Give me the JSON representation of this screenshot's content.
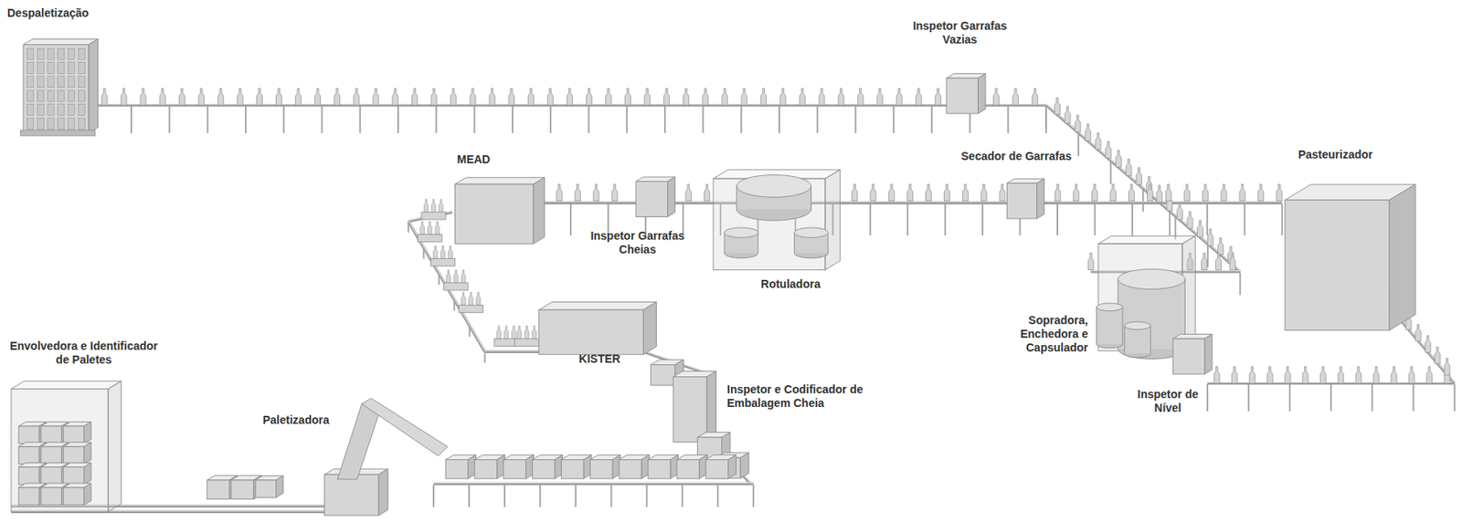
{
  "diagram": {
    "labels": [
      "Despaletização",
      "Inspetor Garrafas Vazias",
      "MEAD",
      "Secador de Garrafas",
      "Pasteurizador",
      "Inspetor Garrafas Cheias",
      "Rotuladora",
      "Sopradora, Enchedora e Capsulador",
      "Envolvedora e Identificador de Paletes",
      "KISTER",
      "Inspetor e Codificador de Embalagem Cheia",
      "Paletizadora",
      "Inspetor de Nível"
    ]
  }
}
